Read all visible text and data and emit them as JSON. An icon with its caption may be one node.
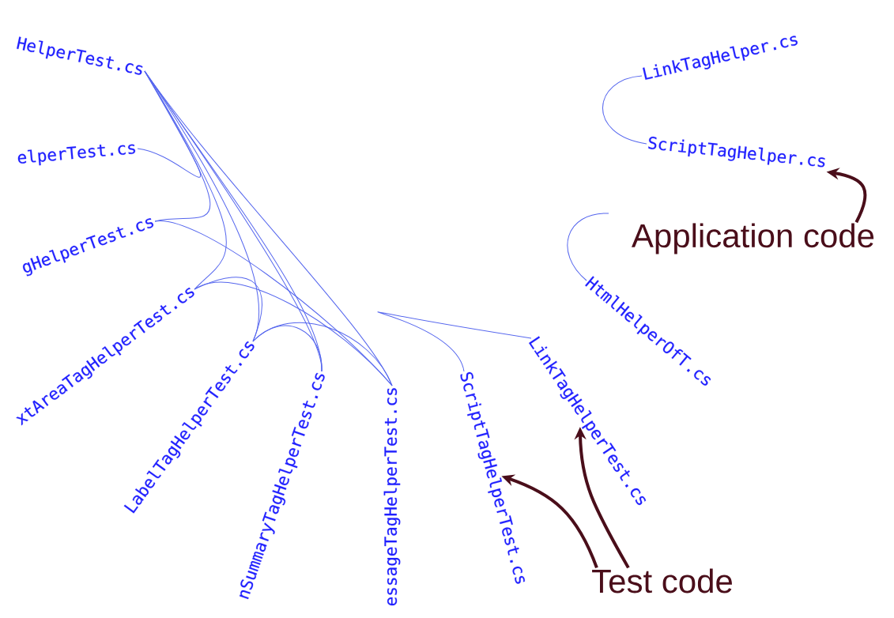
{
  "diagram": {
    "nodes": [
      {
        "text": [
          "HelperTest.cs"
        ]
      },
      {
        "text": [
          "elperTest.cs"
        ]
      },
      {
        "text": [
          "gHelperTest.cs"
        ]
      },
      {
        "text": [
          "xtAreaTagHelperTest.cs"
        ]
      },
      {
        "text": [
          "LabelTagHelperTest.cs"
        ]
      },
      {
        "text": [
          "nSummaryTagHelperTest.cs"
        ]
      },
      {
        "text": [
          "essageTagHelperTest.cs"
        ]
      },
      {
        "text": [
          "ScriptTagHelperTest.cs"
        ]
      },
      {
        "text": [
          "LinkTagHelperTest.cs"
        ]
      },
      {
        "text": [
          "HtmlHelperOfT.cs"
        ]
      },
      {
        "text": [
          "ScriptTagHelper.cs"
        ]
      },
      {
        "text": [
          "LinkTagHelper.cs"
        ]
      },
      {
        "text": [
          "Application code"
        ]
      },
      {
        "text": [
          "Test code"
        ]
      }
    ],
    "edges": [
      {
        "from": 0,
        "to": 6,
        "arrow": "none"
      },
      {
        "from": 0,
        "to": 5,
        "arrow": "none"
      },
      {
        "from": 0,
        "to": 4,
        "arrow": "none"
      },
      {
        "from": 1,
        "to": 0,
        "arrow": "none"
      },
      {
        "from": 2,
        "to": 0,
        "arrow": "none"
      },
      {
        "from": 2,
        "to": 6,
        "arrow": "none"
      },
      {
        "from": 3,
        "to": 0,
        "arrow": "none"
      },
      {
        "from": 3,
        "to": 6,
        "arrow": "none"
      },
      {
        "from": 4,
        "to": 3,
        "arrow": "none"
      },
      {
        "from": 4,
        "to": 6,
        "arrow": "none"
      },
      {
        "from": 5,
        "to": 0,
        "arrow": "none"
      },
      {
        "from": 5,
        "to": 4,
        "arrow": "none"
      },
      {
        "from": 7,
        "to": 8,
        "arrow": "none"
      },
      {
        "from": 10,
        "to": 11,
        "arrow": "none"
      },
      {
        "from": 9,
        "to": null,
        "arrow": "none"
      },
      {
        "from": 13,
        "to": 7,
        "arrow": "to",
        "style": "thick",
        "color": "#4a0e1a"
      },
      {
        "from": 13,
        "to": 8,
        "arrow": "to",
        "style": "thick",
        "color": "#4a0e1a"
      },
      {
        "from": 12,
        "to": 10,
        "arrow": "to",
        "style": "thick",
        "color": "#4a0e1a"
      }
    ]
  }
}
